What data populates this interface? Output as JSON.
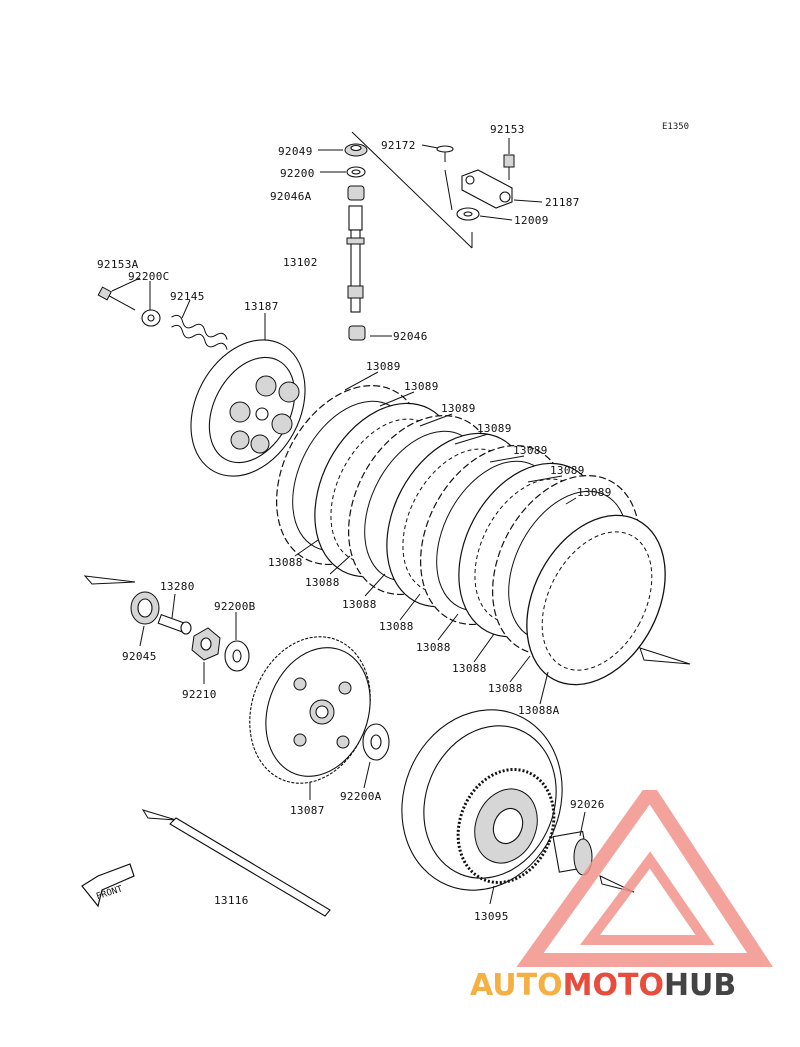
{
  "diagram_code": "E1350",
  "front_label": "FRONT",
  "watermark": {
    "part1": "AUTO",
    "part2": "MOTO",
    "part3": "HUB",
    "color_auto": "#f5b041",
    "color_moto": "#e74c3c",
    "color_hub": "#444444",
    "color_triangle": "#f1948a"
  },
  "labels": {
    "p92049": "92049",
    "p92200": "92200",
    "p92046A": "92046A",
    "p92172": "92172",
    "p92153": "92153",
    "p21187": "21187",
    "p12009": "12009",
    "p13102": "13102",
    "p92046": "92046",
    "p92153A": "92153A",
    "p92200C": "92200C",
    "p92145": "92145",
    "p13187": "13187",
    "p13089": "13089",
    "p13088": "13088",
    "p13088A": "13088A",
    "p13280": "13280",
    "p92200B": "92200B",
    "p92045": "92045",
    "p92210": "92210",
    "p13087": "13087",
    "p92200A": "92200A",
    "p92026": "92026",
    "p13095": "13095",
    "p13116": "13116"
  }
}
